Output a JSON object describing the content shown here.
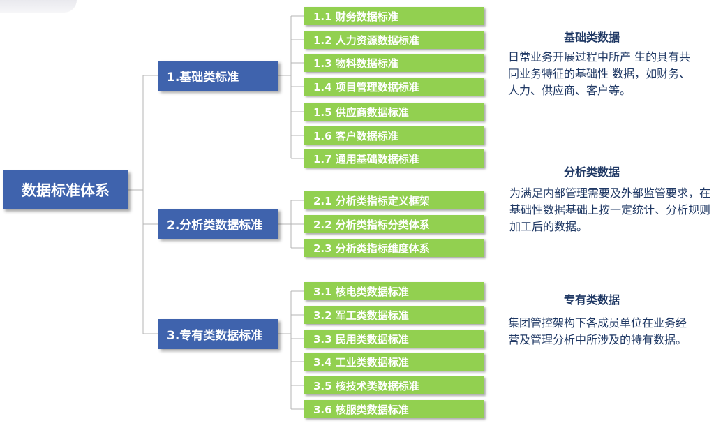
{
  "root": {
    "label": "数据标准体系"
  },
  "branches": [
    {
      "label": "1.基础类标准",
      "items": [
        "1.1  财务数据标准",
        "1.2  人力资源数据标准",
        "1.3  物料数据标准",
        "1.4  项目管理数据标准",
        "1.5  供应商数据标准",
        "1.6  客户数据标准",
        "1.7  通用基础数据标准"
      ],
      "desc_title": "基础类数据",
      "desc_body": "日常业务开展过程中所产  生的具有共同业务特征的基础性  数据，如财务、人力、供应商、客户等。"
    },
    {
      "label": "2.分析类数据标准",
      "items": [
        "2.1  分析类指标定义框架",
        "2.2  分析类指标分类体系",
        "2.3  分析类指标维度体系"
      ],
      "desc_title": "分析类数据",
      "desc_body": "为满足内部管理需要及外部监管要求，在基础性数据基础上按一定统计、分析规则加工后的数据。"
    },
    {
      "label": "3.专有类数据标准",
      "items": [
        "3.1 核电类数据标准",
        "3.2 军工类数据标准",
        "3.3 民用类数据标准",
        "3.4 工业类数据标准",
        "3.5 核技术类数据标准",
        "3.6 核服类数据标准"
      ],
      "desc_title": "专有类数据",
      "desc_body": "集团管控架构下各成员单位在业务经营及管理分析中所涉及的特有数据。"
    }
  ]
}
